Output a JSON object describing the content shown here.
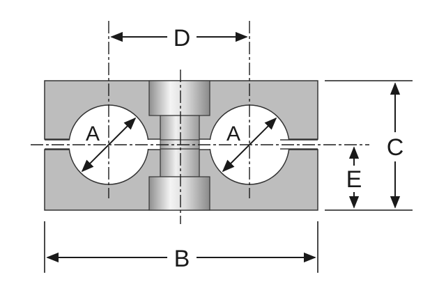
{
  "diagram": {
    "labels": {
      "a_left": "A",
      "a_right": "A",
      "b": "B",
      "c": "C",
      "d": "D",
      "e": "E"
    },
    "colors": {
      "block_fill": "#bdbdbd",
      "block_stroke": "#333333",
      "line": "#1a1a1a",
      "bore_fill": "#ffffff",
      "bolt_light": "#f2f2f2",
      "bolt_dark": "#9a9a9a"
    }
  }
}
